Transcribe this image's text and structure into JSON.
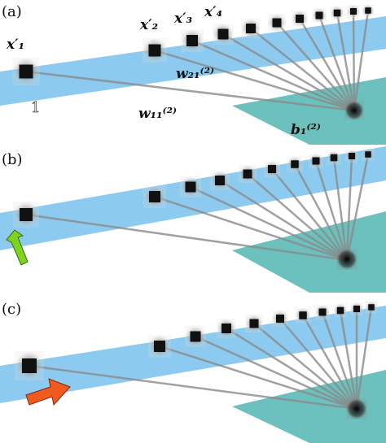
{
  "panels": [
    {
      "label": "(a)"
    },
    {
      "label": "(b)"
    },
    {
      "label": "(c)"
    }
  ],
  "annotations": {
    "x1": "x′₁",
    "x2": "x′₂",
    "x3": "x′₃",
    "x4": "x′₄",
    "w21": "w₂₁⁽²⁾",
    "w11": "w₁₁⁽²⁾",
    "b1": "b₁⁽²⁾",
    "one": "1"
  },
  "colors": {
    "plane_blue": "#8ccbef",
    "plane_teal": "#6cc1be",
    "line_gray": "#8a8a8a",
    "arrow_green": "#7ed321",
    "arrow_orange": "#f05a1e"
  },
  "icons": {
    "b_arrow": "green-up-arrow-icon",
    "c_arrow": "orange-right-arrow-icon"
  }
}
